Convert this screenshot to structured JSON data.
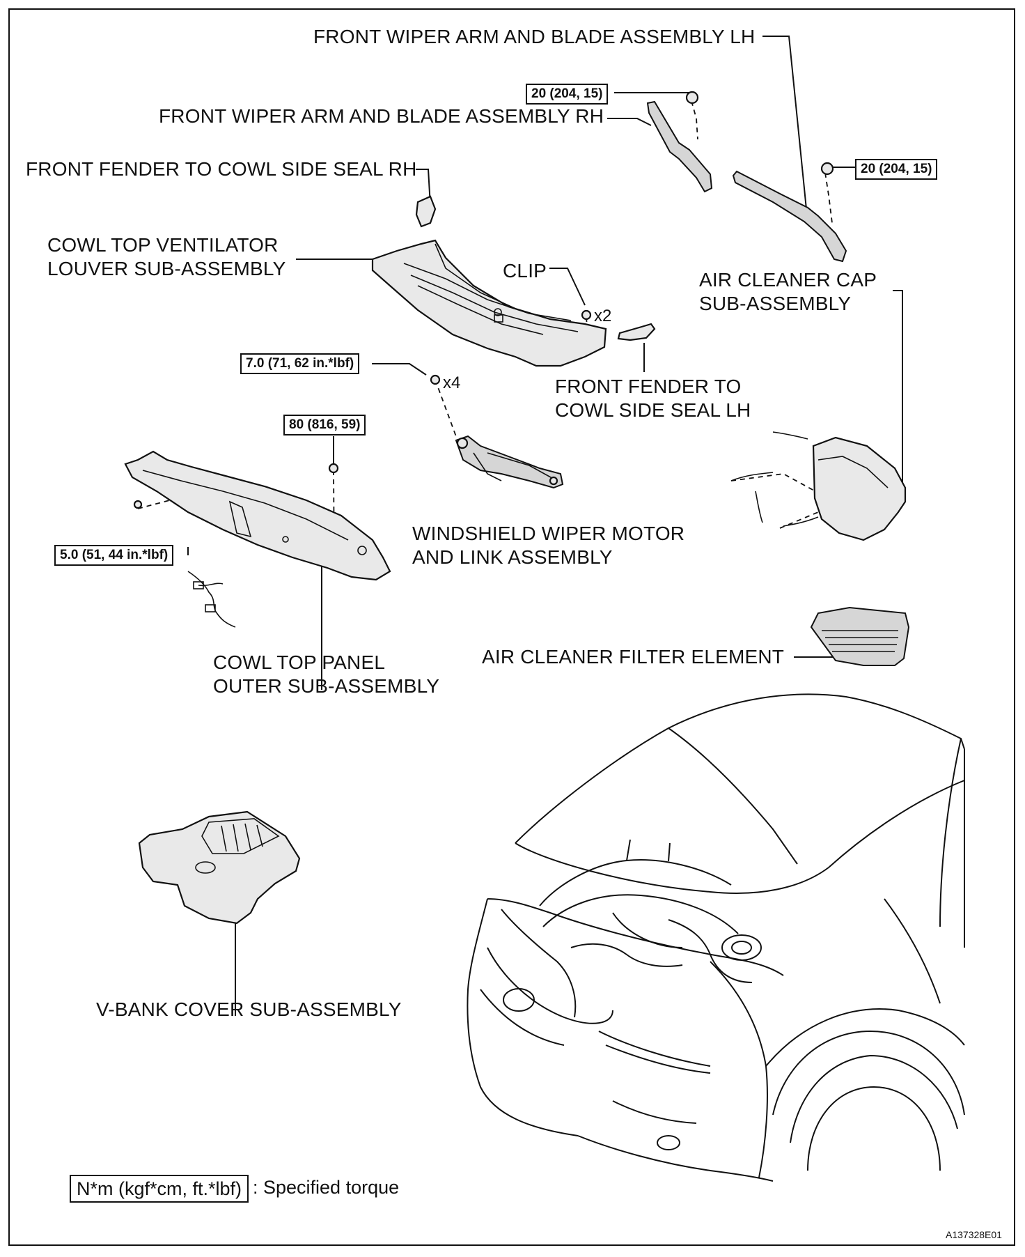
{
  "labels": {
    "wiper_lh": "FRONT WIPER ARM AND BLADE ASSEMBLY LH",
    "wiper_rh": "FRONT WIPER ARM AND BLADE ASSEMBLY RH",
    "seal_rh": "FRONT FENDER TO COWL SIDE SEAL RH",
    "louver_line1": "COWL TOP VENTILATOR",
    "louver_line2": "LOUVER SUB-ASSEMBLY",
    "clip": "CLIP",
    "air_cap_line1": "AIR CLEANER CAP",
    "air_cap_line2": "SUB-ASSEMBLY",
    "seal_lh_line1": "FRONT FENDER TO",
    "seal_lh_line2": "COWL SIDE SEAL LH",
    "motor_line1": "WINDSHIELD WIPER MOTOR",
    "motor_line2": "AND LINK ASSEMBLY",
    "panel_line1": "COWL TOP PANEL",
    "panel_line2": "OUTER SUB-ASSEMBLY",
    "filter": "AIR CLEANER FILTER ELEMENT",
    "vbank": "V-BANK COVER SUB-ASSEMBLY"
  },
  "torques": {
    "wiper_rh_nut": "20 (204, 15)",
    "wiper_lh_nut": "20 (204, 15)",
    "motor_bolt": "7.0 (71, 62 in.*lbf)",
    "panel_nut": "80 (816, 59)",
    "panel_screw": "5.0 (51, 44 in.*lbf)"
  },
  "quantities": {
    "clip": "x2",
    "motor_bolt": "x4"
  },
  "legend": {
    "box": "N*m (kgf*cm, ft.*lbf)",
    "text": ": Specified torque"
  },
  "figure_code": "A137328E01"
}
